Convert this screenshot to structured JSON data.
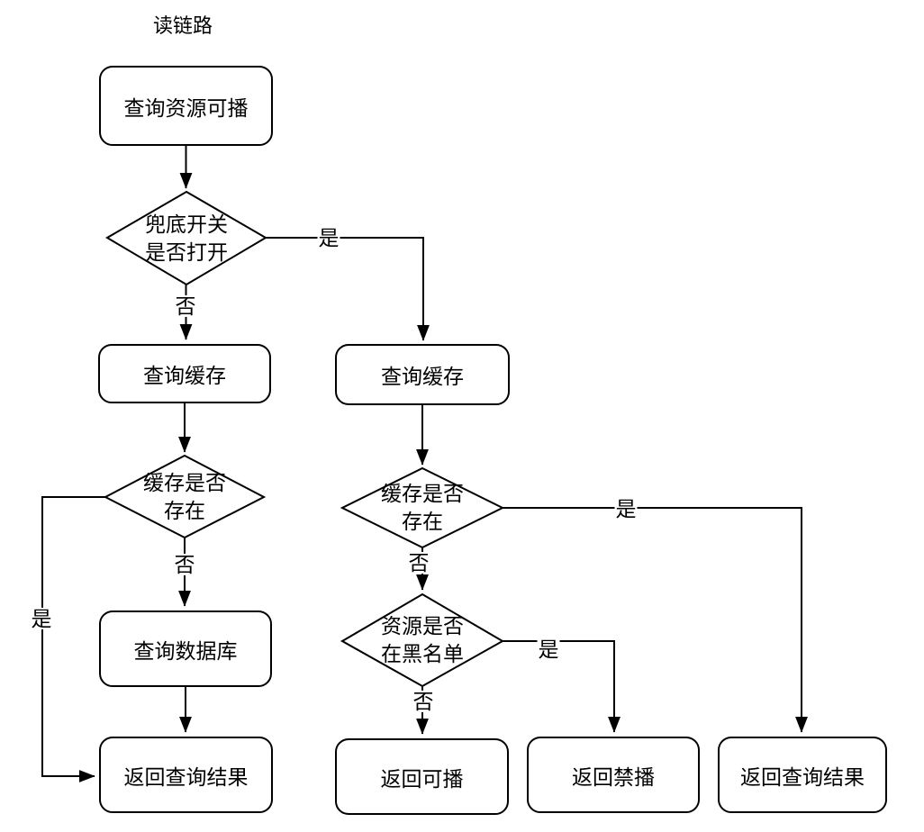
{
  "title": "读链路",
  "colors": {
    "stroke": "#000000",
    "node_fill": "#ffffff",
    "text": "#000000",
    "background": "#ffffff"
  },
  "nodes": {
    "query_resource": {
      "label": "查询资源可播",
      "type": "process"
    },
    "fallback_switch": {
      "label": "兜底开关\n是否打开",
      "type": "decision"
    },
    "query_cache_left": {
      "label": "查询缓存",
      "type": "process"
    },
    "query_cache_right": {
      "label": "查询缓存",
      "type": "process"
    },
    "cache_exists_left": {
      "label": "缓存是否\n存在",
      "type": "decision"
    },
    "cache_exists_right": {
      "label": "缓存是否\n存在",
      "type": "decision"
    },
    "blacklist_check": {
      "label": "资源是否\n在黑名单",
      "type": "decision"
    },
    "query_database": {
      "label": "查询数据库",
      "type": "process"
    },
    "return_query_result_left": {
      "label": "返回查询结果",
      "type": "process"
    },
    "return_playable": {
      "label": "返回可播",
      "type": "process"
    },
    "return_banned": {
      "label": "返回禁播",
      "type": "process"
    },
    "return_query_result_right": {
      "label": "返回查询结果",
      "type": "process"
    }
  },
  "edge_labels": {
    "fallback_yes": "是",
    "fallback_no": "否",
    "cache_left_yes": "是",
    "cache_left_no": "否",
    "cache_right_yes": "是",
    "cache_right_no": "否",
    "blacklist_yes": "是",
    "blacklist_no": "否"
  }
}
